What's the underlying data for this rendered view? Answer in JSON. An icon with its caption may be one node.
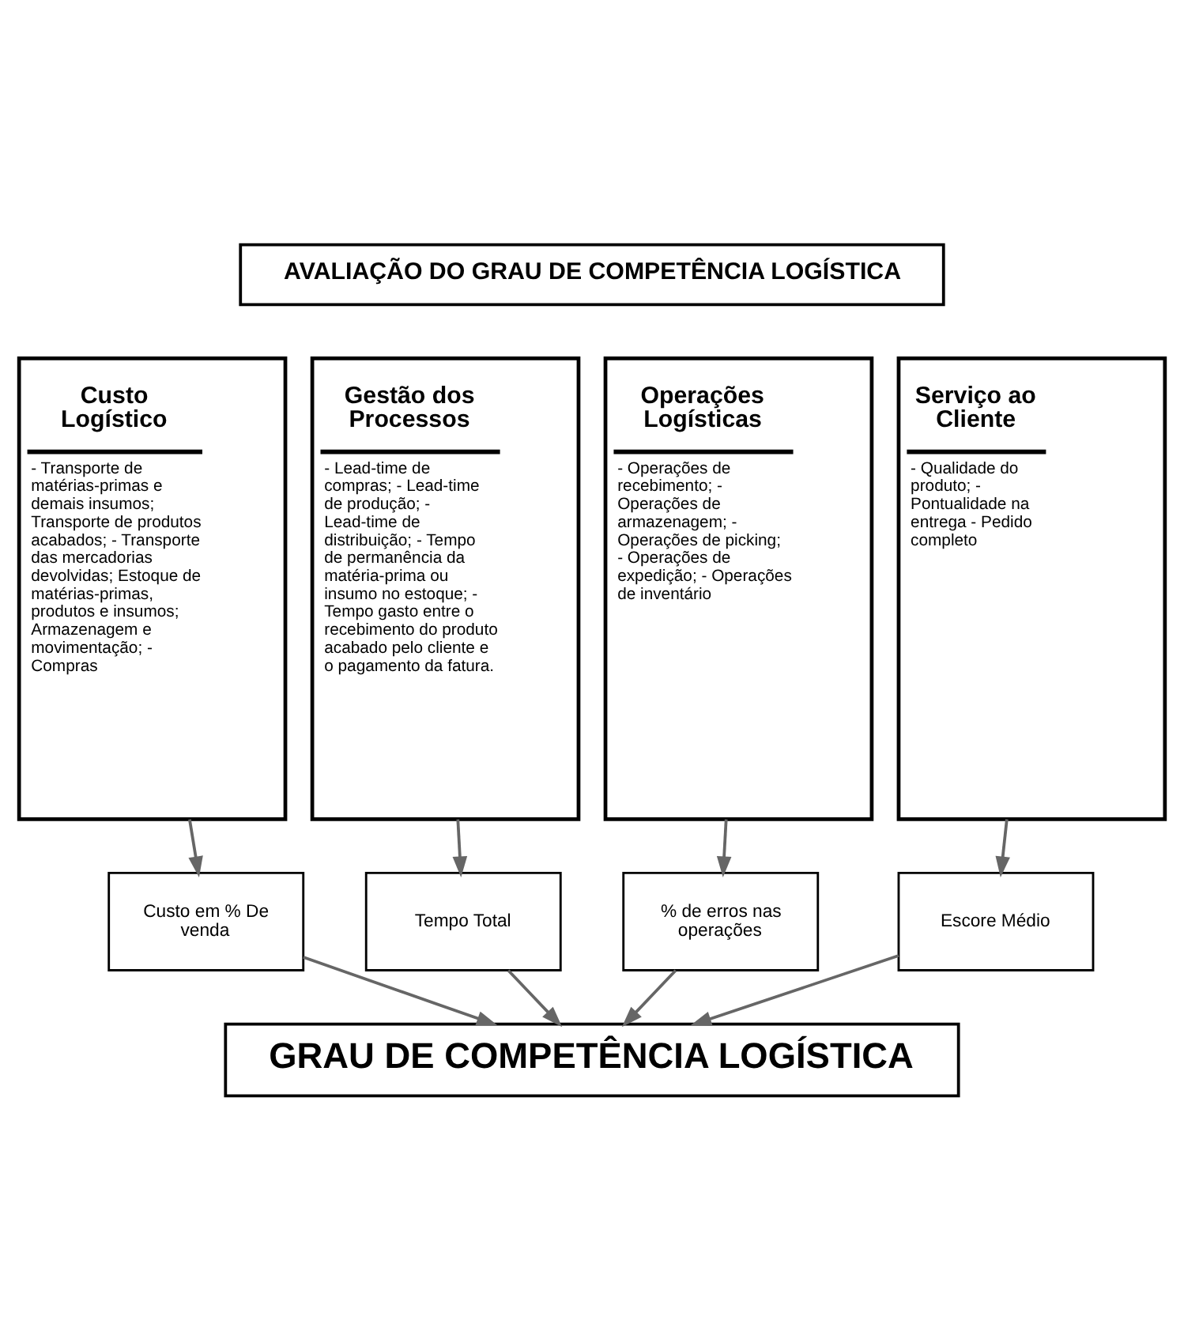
{
  "diagram": {
    "nodes": [
      {
        "text": [
          "AVALIAÇÃO DO GRAU DE COMPETÊNCIA LOGÍSTICA"
        ]
      },
      {
        "text": [
          "Custo Logístico",
          "- Transporte de matérias-primas e demais insumos; Transporte de produtos acabados; - Transporte das mercadorias devolvidas; Estoque de matérias-primas, produtos e insumos; Armazenagem e movimentação; - Compras"
        ]
      },
      {
        "text": [
          "Gestão dos Processos",
          "- Lead-time de compras; - Lead-time de produção; - Lead-time de distribuição; - Tempo de permanência da matéria-prima ou insumo no estoque; - Tempo gasto entre o recebimento do produto acabado pelo cliente e o pagamento da fatura."
        ]
      },
      {
        "text": [
          "Operações Logísticas",
          "- Operações de recebimento; - Operações de armazenagem; - Operações de picking; - Operações de expedição; - Operações de inventário"
        ]
      },
      {
        "text": [
          "Serviço ao Cliente",
          "- Qualidade do produto; - Pontualidade na entrega - Pedido completo"
        ]
      },
      {
        "text": [
          "Custo em % De venda"
        ]
      },
      {
        "text": [
          "Tempo Total"
        ]
      },
      {
        "text": [
          "% de erros nas operações"
        ]
      },
      {
        "text": [
          "Escore Médio"
        ]
      },
      {
        "text": [
          "GRAU DE COMPETÊNCIA LOGÍSTICA"
        ]
      }
    ],
    "edges": [
      {
        "from": 1,
        "to": 5,
        "arrow": "to"
      },
      {
        "from": 2,
        "to": 6,
        "arrow": "to"
      },
      {
        "from": 3,
        "to": 7,
        "arrow": "to"
      },
      {
        "from": 4,
        "to": 8,
        "arrow": "to"
      },
      {
        "from": 5,
        "to": 9,
        "arrow": "to"
      },
      {
        "from": 6,
        "to": 9,
        "arrow": "to"
      },
      {
        "from": 7,
        "to": 9,
        "arrow": "to"
      },
      {
        "from": 8,
        "to": 9,
        "arrow": "to"
      }
    ]
  }
}
